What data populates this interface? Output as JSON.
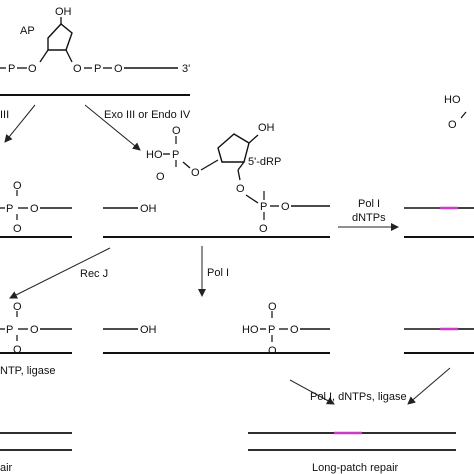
{
  "labels": {
    "top_oh": "OH",
    "top_ap": "AP",
    "top_o1": "O",
    "top_o2": "O",
    "top_o3": "O",
    "top_o4": "O",
    "top_p1": "P",
    "top_p2": "P",
    "top_3prime": "3'",
    "left_fragment": "III",
    "exo_endo": "Exo III or Endo IV",
    "drp_oh": "OH",
    "drp_label": "5'-dRP",
    "drp_ho": "HO",
    "drp_p1": "P",
    "drp_p2": "P",
    "drp_o_a": "O",
    "drp_o_b": "O",
    "drp_o_c": "O",
    "drp_o_d": "O",
    "drp_o_e": "O",
    "drp_o_f": "O",
    "row2_left_o": "O",
    "row2_left_p": "P",
    "row2_left_o2": "O",
    "row2_left_ominus": "O",
    "row2_mid_oh": "OH",
    "pol1_dntps_a": "Pol I",
    "pol1_dntps_b": "dNTPs",
    "right_top_ho": "HO",
    "right_top_o": "O",
    "rec_j": "Rec J",
    "pol1_down": "Pol I",
    "row3_left_o": "O",
    "row3_left_p": "P",
    "row3_left_o2": "O",
    "row3_left_ominus": "O",
    "row3_mid_oh": "OH",
    "row3_ho": "HO",
    "row3_p": "P",
    "row3_o1": "O",
    "row3_o2": "O",
    "row3_ominus": "O",
    "left_ligase": "NTP, ligase",
    "pol1_ligase": "Pol I, dNTPs, ligase",
    "left_repair": "air",
    "long_patch": "Long-patch repair"
  },
  "colors": {
    "strand": "#111111",
    "patch": "#c83cc8"
  }
}
